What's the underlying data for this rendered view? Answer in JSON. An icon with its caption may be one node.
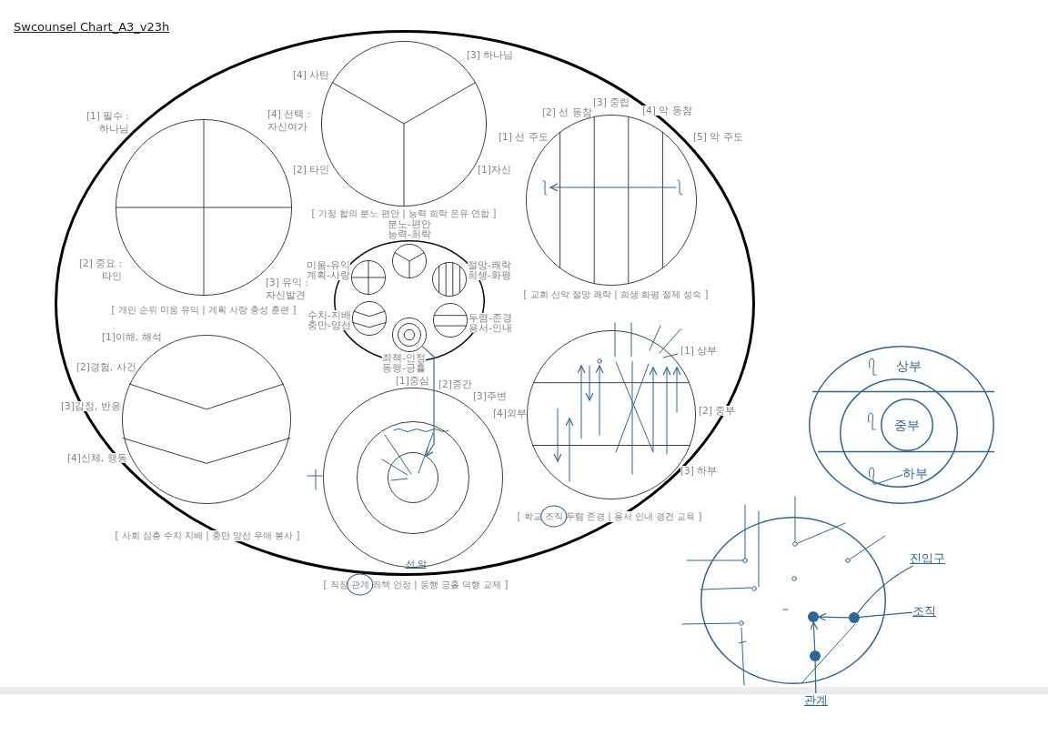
{
  "diagram": {
    "title": "Swcounsel Chart_A3_v23h",
    "nodes": [
      {
        "text": [],
        "shape": "ellipse"
      },
      {
        "text": [
          "[ 개인 순위 미움 유익 | 계획 사랑 충성 훈련 ]"
        ],
        "beside": [
          "[1] 필수 :하나님",
          "[4] 선택 :자신여가",
          "[2] 중요 :타인",
          "[3] 유익 :자신발견"
        ],
        "in": 0
      },
      {
        "text": [
          "[ 가정 합의 분노 편안 | 능력 희락 온유 연합 ]"
        ],
        "beside": [
          "[3] 하나님",
          "[4] 사탄",
          "[2] 타인",
          "[1]자신"
        ],
        "in": 0
      },
      {
        "text": [
          "[ 교회 선악 절망 쾌락 | 희생 화평 절제 성숙 ]"
        ],
        "beside": [
          "[1] 선 주도",
          "[2] 선 동참",
          "[3] 중립",
          "[4] 악 동참",
          "[5] 악 주도"
        ],
        "in": 0
      },
      {
        "text": [],
        "shape": "ellipse",
        "in": 0
      },
      {
        "text": [],
        "shape": "circle",
        "beside": [
          "분노-편안",
          "능력-희락"
        ],
        "in": 4
      },
      {
        "text": [],
        "shape": "circle",
        "beside": [
          "미움-유익",
          "계획-사랑"
        ],
        "in": 4
      },
      {
        "text": [],
        "shape": "circle",
        "beside": [
          "절망-쾌락",
          "희생-화평"
        ],
        "in": 4
      },
      {
        "text": [],
        "shape": "circle",
        "beside": [
          "수치-지배",
          "충만-양선"
        ],
        "in": 4
      },
      {
        "text": [],
        "shape": "circle",
        "beside": [
          "두렴-존경",
          "용서-인내"
        ],
        "in": 4
      },
      {
        "text": [],
        "shape": "circle",
        "beside": [
          "죄책-인정",
          "동행-긍휼"
        ],
        "in": 4
      },
      {
        "text": [
          "[ 사회 심층 수치 지배 | 충만 양선 우애 봉사 ]"
        ],
        "beside": [
          "[1]이해, 해석",
          "[2]경험, 사건",
          "[3]감정, 반응",
          "[4]신체, 행동"
        ],
        "in": 0
      },
      {
        "text": [
          "[ 직장 관계 죄책 인정 | 동행 긍휼 덕행 교제 ]"
        ],
        "beside": [
          "[1]중심",
          "[2]중간",
          "[3]주변",
          "[4]외부"
        ],
        "in": 0
      },
      {
        "text": [],
        "shape": "circle",
        "in": 12
      },
      {
        "text": [],
        "shape": "circle",
        "in": 13
      },
      {
        "text": [
          "[ 학교 조직 두렴 존경 | 용서 인내 경건 교육 ]"
        ],
        "beside": [
          "[1] 상부",
          "[2] 중부",
          "[3] 하부"
        ],
        "in": 0
      },
      {
        "text": [],
        "shape": "circle"
      },
      {
        "text": [],
        "shape": "circle",
        "in": 16
      },
      {
        "text": [
          "중부"
        ],
        "in": 17
      },
      {
        "text": [],
        "shape": "circle"
      },
      {
        "text": [],
        "shape": "dot",
        "in": 19
      },
      {
        "text": [],
        "shape": "dot",
        "in": 19
      },
      {
        "text": [],
        "shape": "dot",
        "in": 19
      },
      {
        "text": [
          "진입구"
        ]
      },
      {
        "text": [
          "조직"
        ]
      },
      {
        "text": [
          "관계"
        ]
      }
    ],
    "edges": [
      {
        "from": 10,
        "to": 14,
        "arrow": "to"
      },
      {
        "from": 23,
        "to": 20,
        "arrow": "none"
      },
      {
        "from": 24,
        "to": 20,
        "arrow": "none"
      },
      {
        "from": 20,
        "to": 21,
        "arrow": "to"
      },
      {
        "from": 22,
        "to": 21,
        "arrow": "to"
      },
      {
        "from": 25,
        "to": 22,
        "arrow": "none"
      }
    ],
    "labels": [
      "선 악",
      "상부",
      "하부"
    ]
  }
}
